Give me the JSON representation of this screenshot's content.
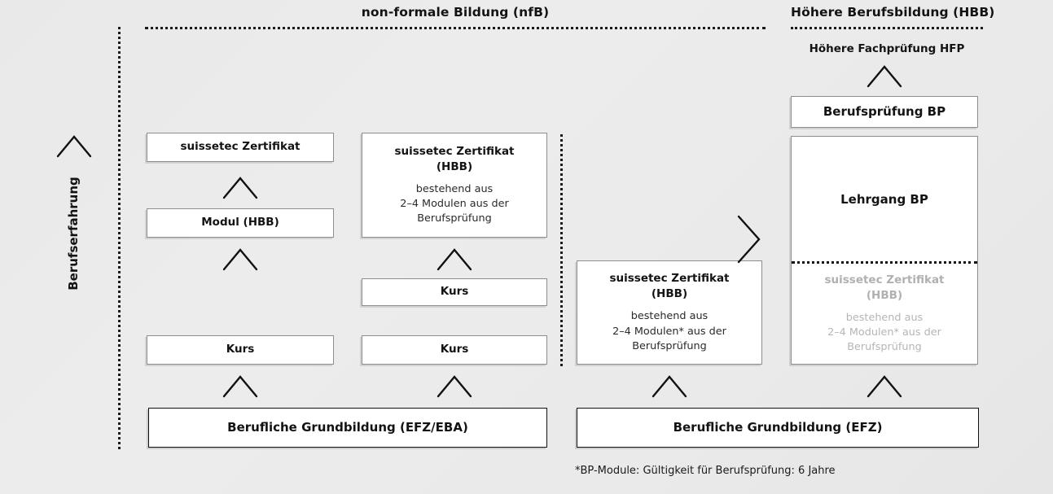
{
  "headers": {
    "nfb": "non-formale Bildung (nfB)",
    "hbb": "Höhere Berufsbildung (HBB)",
    "hfp": "Höhere Fachprüfung HFP"
  },
  "side_label": "Berufserfahrung",
  "columns": {
    "col1": {
      "zertifikat": "suissetec Zertifikat",
      "modul": "Modul (HBB)",
      "kurs": "Kurs",
      "grundbildung": "Berufliche Grundbildung (EFZ/EBA)"
    },
    "col2": {
      "zertifikat_title": "suissetec Zertifikat",
      "zertifikat_title2": "(HBB)",
      "zertifikat_sub_1": "bestehend aus",
      "zertifikat_sub_2": "2–4 Modulen aus der",
      "zertifikat_sub_3": "Berufsprüfung",
      "kurs_upper": "Kurs",
      "kurs_lower": "Kurs"
    },
    "col3": {
      "zertifikat_title": "suissetec Zertifikat",
      "zertifikat_title2": "(HBB)",
      "zertifikat_sub_1": "bestehend aus",
      "zertifikat_sub_2": "2–4 Modulen* aus der",
      "zertifikat_sub_3": "Berufsprüfung",
      "grundbildung": "Berufliche Grundbildung (EFZ)"
    },
    "col4": {
      "berufspruefung": "Berufsprüfung BP",
      "lehrgang": "Lehrgang BP",
      "ghost_title": "suissetec Zertifikat",
      "ghost_title2": "(HBB)",
      "ghost_sub_1": "bestehend aus",
      "ghost_sub_2": "2–4 Modulen* aus der",
      "ghost_sub_3": "Berufsprüfung"
    }
  },
  "footnote": "*BP-Module: Gültigkeit für Berufsprüfung:  6 Jahre",
  "colors": {
    "background": "#eaeaea",
    "box_fill": "#ffffff",
    "box_border": "#8d8d8d",
    "box_border_strong": "#111111",
    "text": "#131313",
    "ghost_text": "#b0b0b0",
    "dotted": "#1a1a1a"
  }
}
